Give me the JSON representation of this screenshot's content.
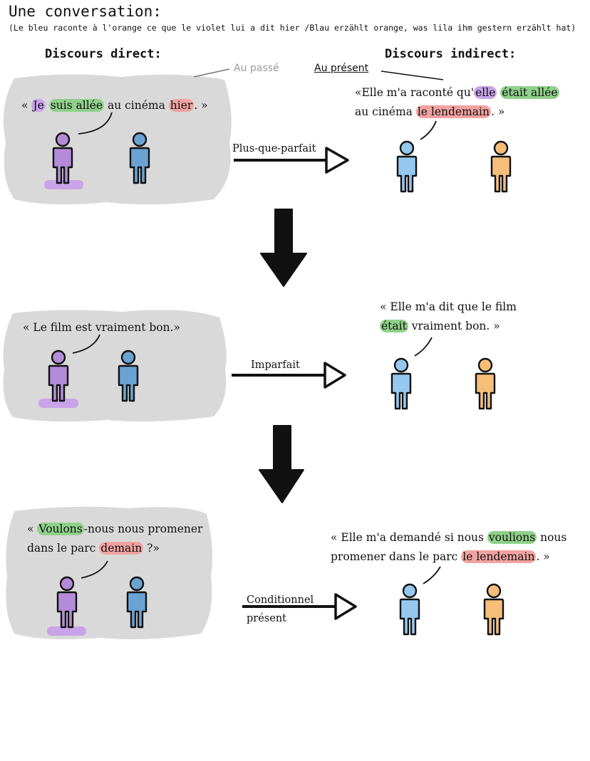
{
  "header": {
    "title": "Une conversation:",
    "subtitle": "(Le bleu raconte à l'orange ce que le violet lui a dit hier /Blau erzählt orange, was lila ihm gestern erzählt hat)"
  },
  "columns": {
    "direct": "Discours direct:",
    "indirect": "Discours indirect:"
  },
  "notes": {
    "past": "Au passé",
    "present": "Au présent"
  },
  "rows": [
    {
      "direct": {
        "q_open": "« ",
        "hl1": "Je",
        "sp1": " ",
        "hl2": "suis allée",
        "mid": " au cinéma ",
        "hl3": "hier",
        "q_close": ". »"
      },
      "tense": "Plus-que-parfait",
      "indirect": {
        "l1_pre": "«Elle m'a raconté qu'",
        "l1_hl1": "elle",
        "l1_sp": " ",
        "l1_hl2": "était allée",
        "l2_pre": "au cinéma ",
        "l2_hl": "le lendemain",
        "l2_post": ". »"
      }
    },
    {
      "direct": {
        "text": "« Le film est vraiment bon.»"
      },
      "tense": "Imparfait",
      "indirect": {
        "l1": "« Elle m'a dit que le film",
        "l2_hl": "était",
        "l2_post": " vraiment bon. »"
      }
    },
    {
      "direct": {
        "l1_open": "« ",
        "l1_hl": "Voulons",
        "l1_post": "-nous nous promener",
        "l2_pre": "dans le parc ",
        "l2_hl": "demain",
        "l2_post": " ?»"
      },
      "tense_line1": "Conditionnel",
      "tense_line2": "présent",
      "indirect": {
        "l1_pre": "« Elle m'a demandé si nous ",
        "l1_hl": "voulions",
        "l1_post": " nous",
        "l2_pre": "promener dans le parc ",
        "l2_hl": "le lendemain",
        "l2_post": ". »"
      }
    }
  ],
  "colors": {
    "purple": "#b48bd8",
    "blue": "#6aa3d3",
    "light_blue": "#96c8ef",
    "orange": "#f6be79",
    "gray_cloud": "#d9d9d9",
    "hl_purple": "#c9a3e8",
    "hl_green": "#8fd08a",
    "hl_red": "#f1a3a1"
  }
}
